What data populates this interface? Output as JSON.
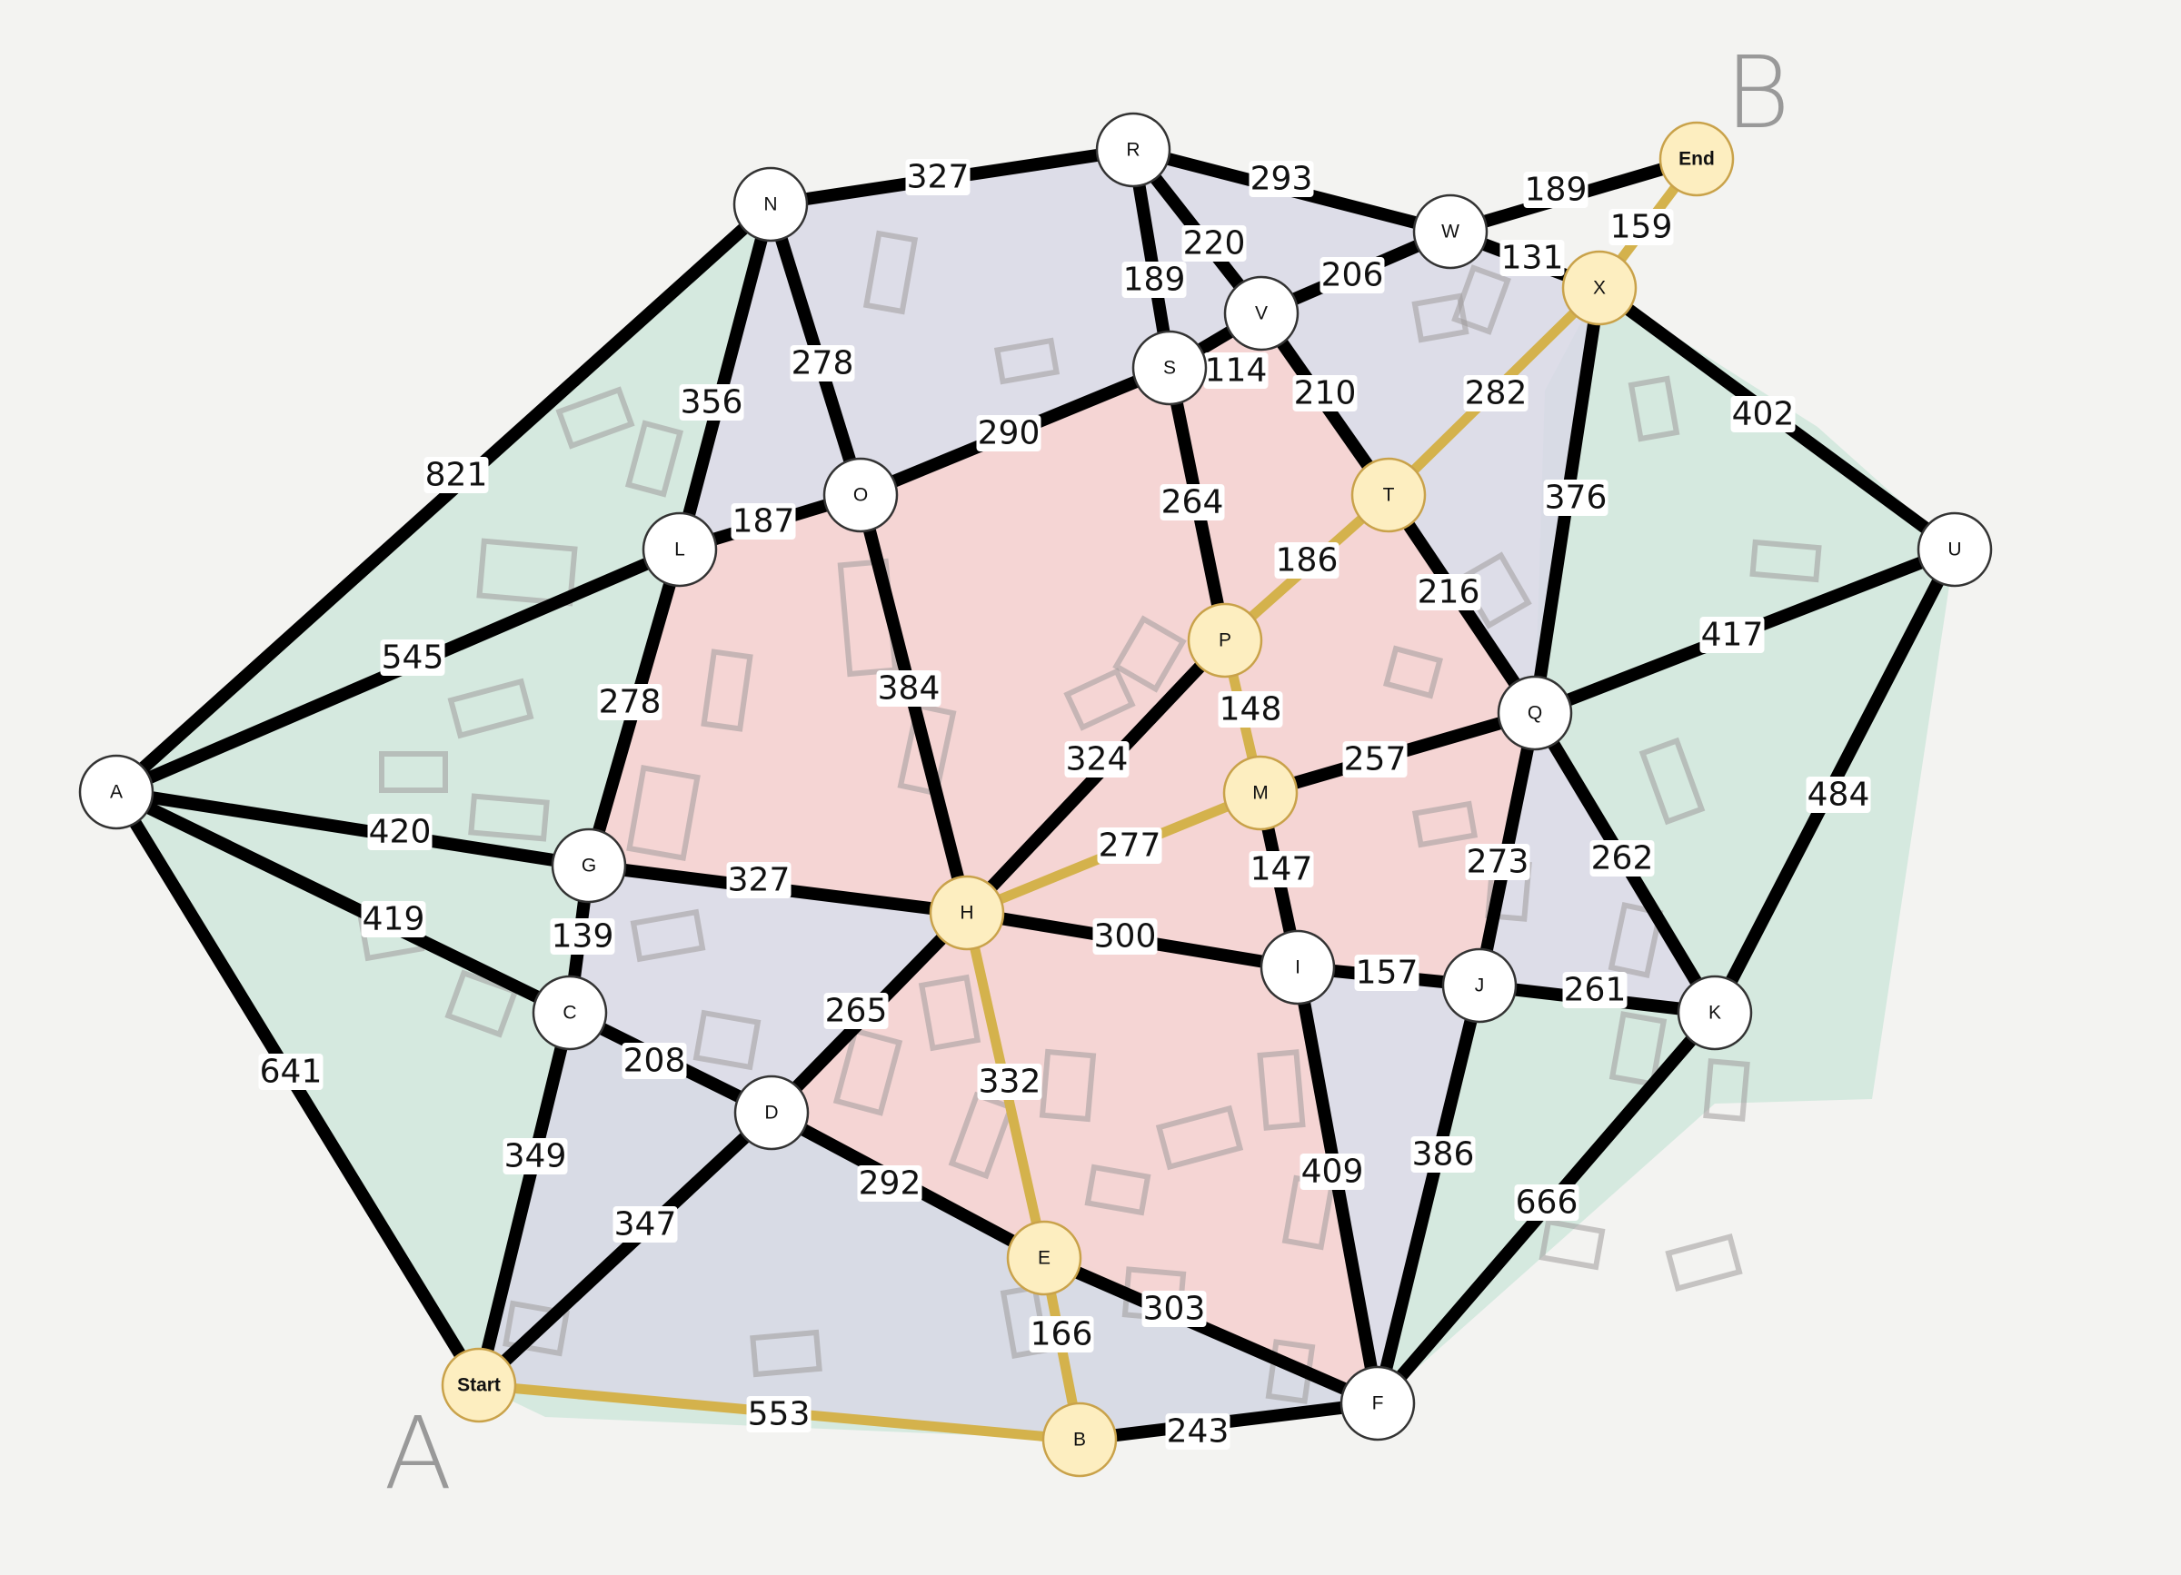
{
  "colors": {
    "edge": "#000000",
    "path_edge": "#d4b24c",
    "node_fill": "#ffffff",
    "path_node_fill": "#fdeec0",
    "node_stroke": "#333333",
    "region_green": "#cfe6dc",
    "region_lavender": "#d8d8e6",
    "region_pink": "#f9d3d0"
  },
  "corner_labels": [
    "A",
    "B"
  ],
  "nodes": [
    {
      "id": "A",
      "label": "A",
      "on_path": false
    },
    {
      "id": "B",
      "label": "B",
      "on_path": true
    },
    {
      "id": "C",
      "label": "C",
      "on_path": false
    },
    {
      "id": "D",
      "label": "D",
      "on_path": false
    },
    {
      "id": "E",
      "label": "E",
      "on_path": true
    },
    {
      "id": "F",
      "label": "F",
      "on_path": false
    },
    {
      "id": "G",
      "label": "G",
      "on_path": false
    },
    {
      "id": "H",
      "label": "H",
      "on_path": true
    },
    {
      "id": "I",
      "label": "I",
      "on_path": false
    },
    {
      "id": "J",
      "label": "J",
      "on_path": false
    },
    {
      "id": "K",
      "label": "K",
      "on_path": false
    },
    {
      "id": "L",
      "label": "L",
      "on_path": false
    },
    {
      "id": "M",
      "label": "M",
      "on_path": true
    },
    {
      "id": "N",
      "label": "N",
      "on_path": false
    },
    {
      "id": "O",
      "label": "O",
      "on_path": false
    },
    {
      "id": "P",
      "label": "P",
      "on_path": true
    },
    {
      "id": "Q",
      "label": "Q",
      "on_path": false
    },
    {
      "id": "R",
      "label": "R",
      "on_path": false
    },
    {
      "id": "S",
      "label": "S",
      "on_path": false
    },
    {
      "id": "T",
      "label": "T",
      "on_path": true
    },
    {
      "id": "U",
      "label": "U",
      "on_path": false
    },
    {
      "id": "V",
      "label": "V",
      "on_path": false
    },
    {
      "id": "W",
      "label": "W",
      "on_path": false
    },
    {
      "id": "X",
      "label": "X",
      "on_path": true
    },
    {
      "id": "Start",
      "label": "Start",
      "on_path": true
    },
    {
      "id": "End",
      "label": "End",
      "on_path": true
    }
  ],
  "edges": [
    {
      "from": "N",
      "to": "R",
      "weight": "327",
      "on_path": false
    },
    {
      "from": "R",
      "to": "W",
      "weight": "293",
      "on_path": false
    },
    {
      "from": "W",
      "to": "End",
      "weight": "189",
      "on_path": false
    },
    {
      "from": "X",
      "to": "End",
      "weight": "159",
      "on_path": true
    },
    {
      "from": "R",
      "to": "V",
      "weight": "220",
      "on_path": false
    },
    {
      "from": "R",
      "to": "S",
      "weight": "189",
      "on_path": false
    },
    {
      "from": "V",
      "to": "W",
      "weight": "206",
      "on_path": false
    },
    {
      "from": "W",
      "to": "X",
      "weight": "131",
      "on_path": false
    },
    {
      "from": "S",
      "to": "V",
      "weight": "114",
      "on_path": false
    },
    {
      "from": "V",
      "to": "T",
      "weight": "210",
      "on_path": false
    },
    {
      "from": "T",
      "to": "X",
      "weight": "282",
      "on_path": true
    },
    {
      "from": "X",
      "to": "U",
      "weight": "402",
      "on_path": false
    },
    {
      "from": "X",
      "to": "Q",
      "weight": "376",
      "on_path": false
    },
    {
      "from": "N",
      "to": "A",
      "weight": "821",
      "on_path": false
    },
    {
      "from": "N",
      "to": "L",
      "weight": "356",
      "on_path": false
    },
    {
      "from": "N",
      "to": "O",
      "weight": "278",
      "on_path": false
    },
    {
      "from": "O",
      "to": "S",
      "weight": "290",
      "on_path": false
    },
    {
      "from": "S",
      "to": "P",
      "weight": "264",
      "on_path": false
    },
    {
      "from": "L",
      "to": "O",
      "weight": "187",
      "on_path": false
    },
    {
      "from": "P",
      "to": "T",
      "weight": "186",
      "on_path": true
    },
    {
      "from": "T",
      "to": "Q",
      "weight": "216",
      "on_path": false
    },
    {
      "from": "A",
      "to": "L",
      "weight": "545",
      "on_path": false
    },
    {
      "from": "L",
      "to": "G",
      "weight": "278",
      "on_path": false
    },
    {
      "from": "O",
      "to": "H",
      "weight": "384",
      "on_path": false
    },
    {
      "from": "P",
      "to": "M",
      "weight": "148",
      "on_path": true
    },
    {
      "from": "Q",
      "to": "U",
      "weight": "417",
      "on_path": false
    },
    {
      "from": "P",
      "to": "H",
      "weight": "324",
      "on_path": false
    },
    {
      "from": "M",
      "to": "Q",
      "weight": "257",
      "on_path": false
    },
    {
      "from": "U",
      "to": "K",
      "weight": "484",
      "on_path": false
    },
    {
      "from": "A",
      "to": "G",
      "weight": "420",
      "on_path": false
    },
    {
      "from": "H",
      "to": "M",
      "weight": "277",
      "on_path": true
    },
    {
      "from": "M",
      "to": "I",
      "weight": "147",
      "on_path": false
    },
    {
      "from": "Q",
      "to": "J",
      "weight": "273",
      "on_path": false
    },
    {
      "from": "Q",
      "to": "K",
      "weight": "262",
      "on_path": false
    },
    {
      "from": "G",
      "to": "H",
      "weight": "327",
      "on_path": false
    },
    {
      "from": "A",
      "to": "C",
      "weight": "419",
      "on_path": false
    },
    {
      "from": "G",
      "to": "C",
      "weight": "139",
      "on_path": false
    },
    {
      "from": "H",
      "to": "I",
      "weight": "300",
      "on_path": false
    },
    {
      "from": "I",
      "to": "J",
      "weight": "157",
      "on_path": false
    },
    {
      "from": "J",
      "to": "K",
      "weight": "261",
      "on_path": false
    },
    {
      "from": "H",
      "to": "D",
      "weight": "265",
      "on_path": false
    },
    {
      "from": "C",
      "to": "D",
      "weight": "208",
      "on_path": false
    },
    {
      "from": "H",
      "to": "E",
      "weight": "332",
      "on_path": true
    },
    {
      "from": "A",
      "to": "Start",
      "weight": "641",
      "on_path": false
    },
    {
      "from": "C",
      "to": "Start",
      "weight": "349",
      "on_path": false
    },
    {
      "from": "I",
      "to": "F",
      "weight": "409",
      "on_path": false
    },
    {
      "from": "J",
      "to": "F",
      "weight": "386",
      "on_path": false
    },
    {
      "from": "D",
      "to": "E",
      "weight": "292",
      "on_path": false
    },
    {
      "from": "D",
      "to": "Start",
      "weight": "347",
      "on_path": false
    },
    {
      "from": "K",
      "to": "F",
      "weight": "666",
      "on_path": false
    },
    {
      "from": "E",
      "to": "F",
      "weight": "303",
      "on_path": false
    },
    {
      "from": "E",
      "to": "B",
      "weight": "166",
      "on_path": true
    },
    {
      "from": "Start",
      "to": "B",
      "weight": "553",
      "on_path": true
    },
    {
      "from": "B",
      "to": "F",
      "weight": "243",
      "on_path": false
    }
  ]
}
